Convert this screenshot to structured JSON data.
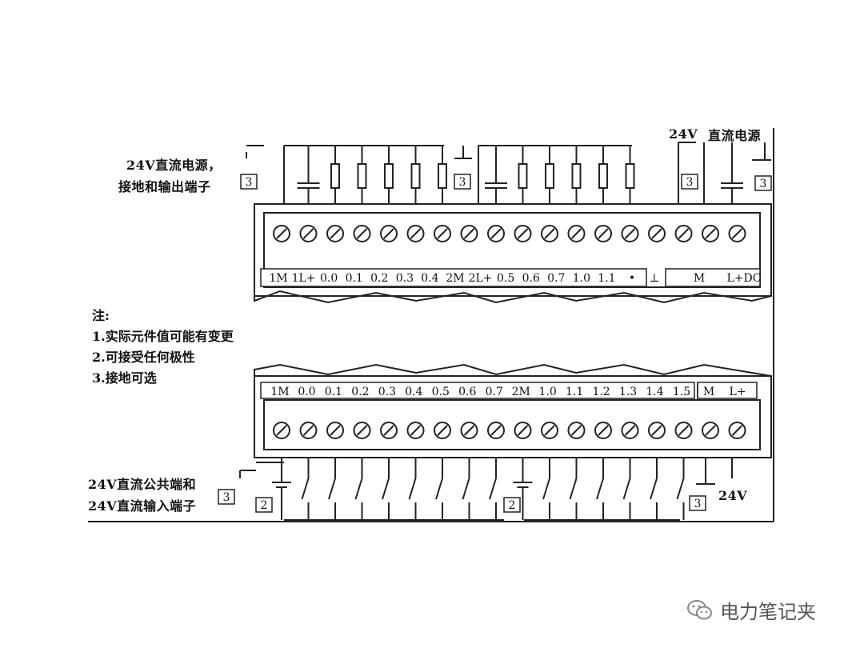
{
  "labels": {
    "top_left_line1": "24V直流电源，",
    "top_left_line2": "接地和输出端子",
    "top_right_24v": "24V",
    "top_right_dc": "直流电源",
    "bottom_left_line1": "24V直流公共端和",
    "bottom_left_line2": "24V直流输入端子",
    "bottom_right_24v": "24V"
  },
  "notes": {
    "title": "注:",
    "items": [
      "1.实际元件值可能有变更",
      "2.可接受任何极性",
      "3.接地可选"
    ]
  },
  "boxed_refs": {
    "top_left": "3",
    "top_mid": "3",
    "top_right_a": "3",
    "top_right_b": "3",
    "bottom_left": "3",
    "bottom_a": "2",
    "bottom_b": "2",
    "bottom_c": "3"
  },
  "output_terminals": {
    "labels": [
      "1M",
      "1L+",
      "0.0",
      "0.1",
      "0.2",
      "0.3",
      "0.4",
      "2M",
      "2L+",
      "0.5",
      "0.6",
      "0.7",
      "1.0",
      "1.1",
      "•",
      "⊥",
      "M",
      "L+DC"
    ]
  },
  "input_terminals": {
    "labels": [
      "1M",
      "0.0",
      "0.1",
      "0.2",
      "0.3",
      "0.4",
      "0.5",
      "0.6",
      "0.7",
      "2M",
      "1.0",
      "1.1",
      "1.2",
      "1.3",
      "1.4",
      "1.5",
      "M",
      "L+"
    ]
  },
  "watermark": {
    "text": "电力笔记夹",
    "icon": "wechat-icon"
  }
}
